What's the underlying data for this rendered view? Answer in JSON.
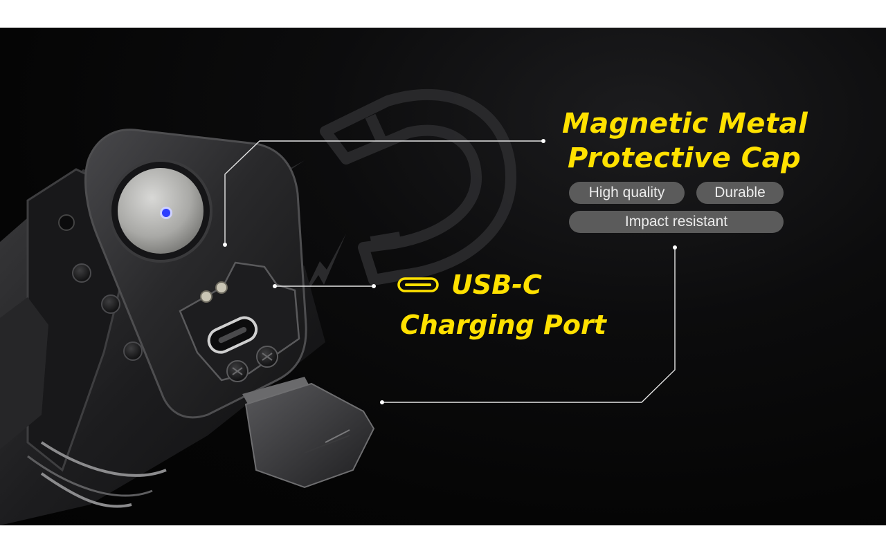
{
  "features": {
    "cap": {
      "title_line1": "Magnetic Metal",
      "title_line2": "Protective Cap",
      "tags": [
        "High quality",
        "Durable",
        "Impact resistant"
      ]
    },
    "port": {
      "title_line1": "USB-C",
      "title_line2": "Charging Port"
    }
  },
  "colors": {
    "accent": "#ffe100",
    "pill_bg": "#5b5b5b",
    "pill_text": "#ececec",
    "background": "#050505",
    "callout_line": "#e6e6e6",
    "indicator": "#2c3cff"
  },
  "icons": [
    "magnet-outline-icon",
    "lightning-bolt-icon",
    "usb-c-port-icon"
  ]
}
